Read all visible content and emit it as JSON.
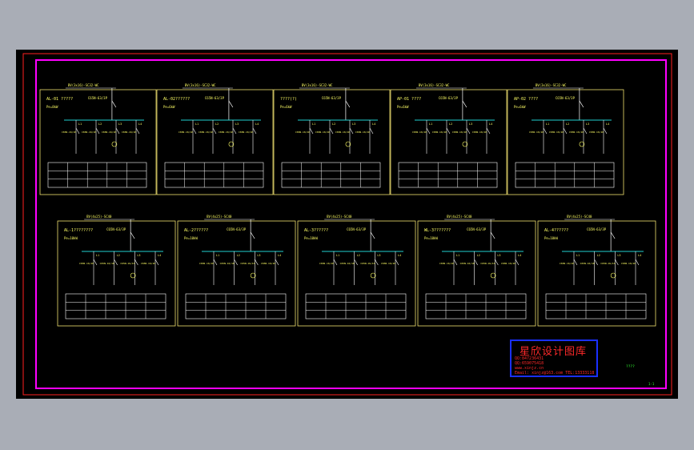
{
  "colors": {
    "background": "#a9adb6",
    "drawing": "#000000",
    "outer_border": "#ff2020",
    "inner_border": "#ff00ff",
    "panel": "#f0e070",
    "busbar": "#20d0d0",
    "wire": "#ffffff",
    "text": "#ffff66",
    "stamp_border": "#1a30ff",
    "stamp_text": "#ff2a2a",
    "note": "#33ff33"
  },
  "row1_panels": [
    {
      "name": "AL-01 ?????",
      "feed": "BV(3x16)-SC32-WC",
      "breaker": "C65N-63/3P",
      "rating": "Pe=8kW"
    },
    {
      "name": "AL-02??????",
      "feed": "BV(3x16)-SC32-WC",
      "breaker": "C65N-63/3P",
      "rating": "Pe=6kW"
    },
    {
      "name": "????(?)",
      "feed": "BV(3x16)-SC32-WC",
      "breaker": "C65N-63/3P",
      "rating": "Pe=6kW"
    },
    {
      "name": "AP-01 ????",
      "feed": "BV(3x16)-SC32-WC",
      "breaker": "C65N-63/3P",
      "rating": "Pe=6kW"
    },
    {
      "name": "AP-02 ????",
      "feed": "BV(3x16)-SC32-WC",
      "breaker": "C65N-63/3P",
      "rating": "Pe=6kW"
    }
  ],
  "row2_panels": [
    {
      "name": "AL-1????????",
      "feed": "BV(4x25)-SC40",
      "breaker": "C65N-63/3P",
      "rating": "Pe=10kW"
    },
    {
      "name": "AL-2??????",
      "feed": "BV(4x25)-SC40",
      "breaker": "C65N-63/3P",
      "rating": "Pe=10kW"
    },
    {
      "name": "AL-3??????",
      "feed": "BV(4x25)-SC40",
      "breaker": "C65N-63/3P",
      "rating": "Pe=10kW"
    },
    {
      "name": "WL-3???????",
      "feed": "BV(4x25)-SC40",
      "breaker": "C65N-63/3P",
      "rating": "Pe=10kW"
    },
    {
      "name": "AL-4??????",
      "feed": "BV(4x25)-SC40",
      "breaker": "C65N-63/3P",
      "rating": "Pe=10kW"
    }
  ],
  "stamp": {
    "title": "星欣设计图库",
    "lines": [
      "QQ:847236431",
      "QQ:659075418",
      "www.xinjz.cn",
      "Email: xinjz@163.com TEL:13333118"
    ]
  },
  "note_label": "????",
  "sheet_number": "1-1"
}
